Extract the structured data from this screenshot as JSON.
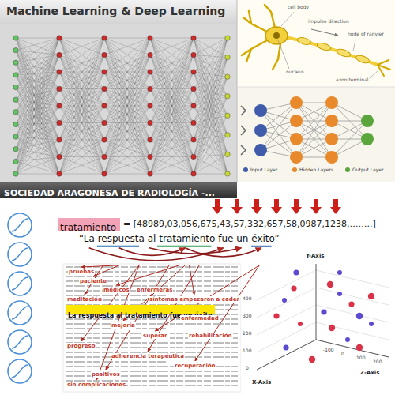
{
  "diagram": {
    "title": "Machine Learning & Deep Learning",
    "nodes": [
      {
        "text": [
          "SOCIEDAD ARAGONESA DE RADIOLOGÍA -..."
        ]
      },
      {
        "text": [
          "tratamiento"
        ]
      },
      {
        "text": [
          "La respuesta al tratamiento fue un éxito"
        ]
      }
    ],
    "labels": [
      "cell body",
      "nucleus",
      "impulse direction",
      "node of ranvier",
      "axon terminal",
      "= [48989,03,056,675,43,57,332,657,58,0987,1238,……..]",
      "“La respuesta al tratamiento fue un éxito”",
      "pruebas",
      "paciente",
      "médicos",
      "enfermeras",
      "meditación",
      "síntomas empezaron a ceder",
      "enfermedad",
      "mejoría",
      "superar",
      "rehabilitación",
      "progreso",
      "adherencia terapéutica",
      "recuperación",
      "positivos",
      "sin complicaciones",
      "Y-Axis",
      "X-Axis",
      "Z-Axis",
      "0",
      "100",
      "200",
      "300",
      "400",
      "-100",
      "0",
      "100",
      "200"
    ],
    "legend": [
      {
        "text": "Input Layer",
        "color": "#3f5ba9"
      },
      {
        "text": "Hidden Layers",
        "color": "#e8892b"
      },
      {
        "text": "Output Layer",
        "color": "#5aa63c"
      }
    ]
  }
}
